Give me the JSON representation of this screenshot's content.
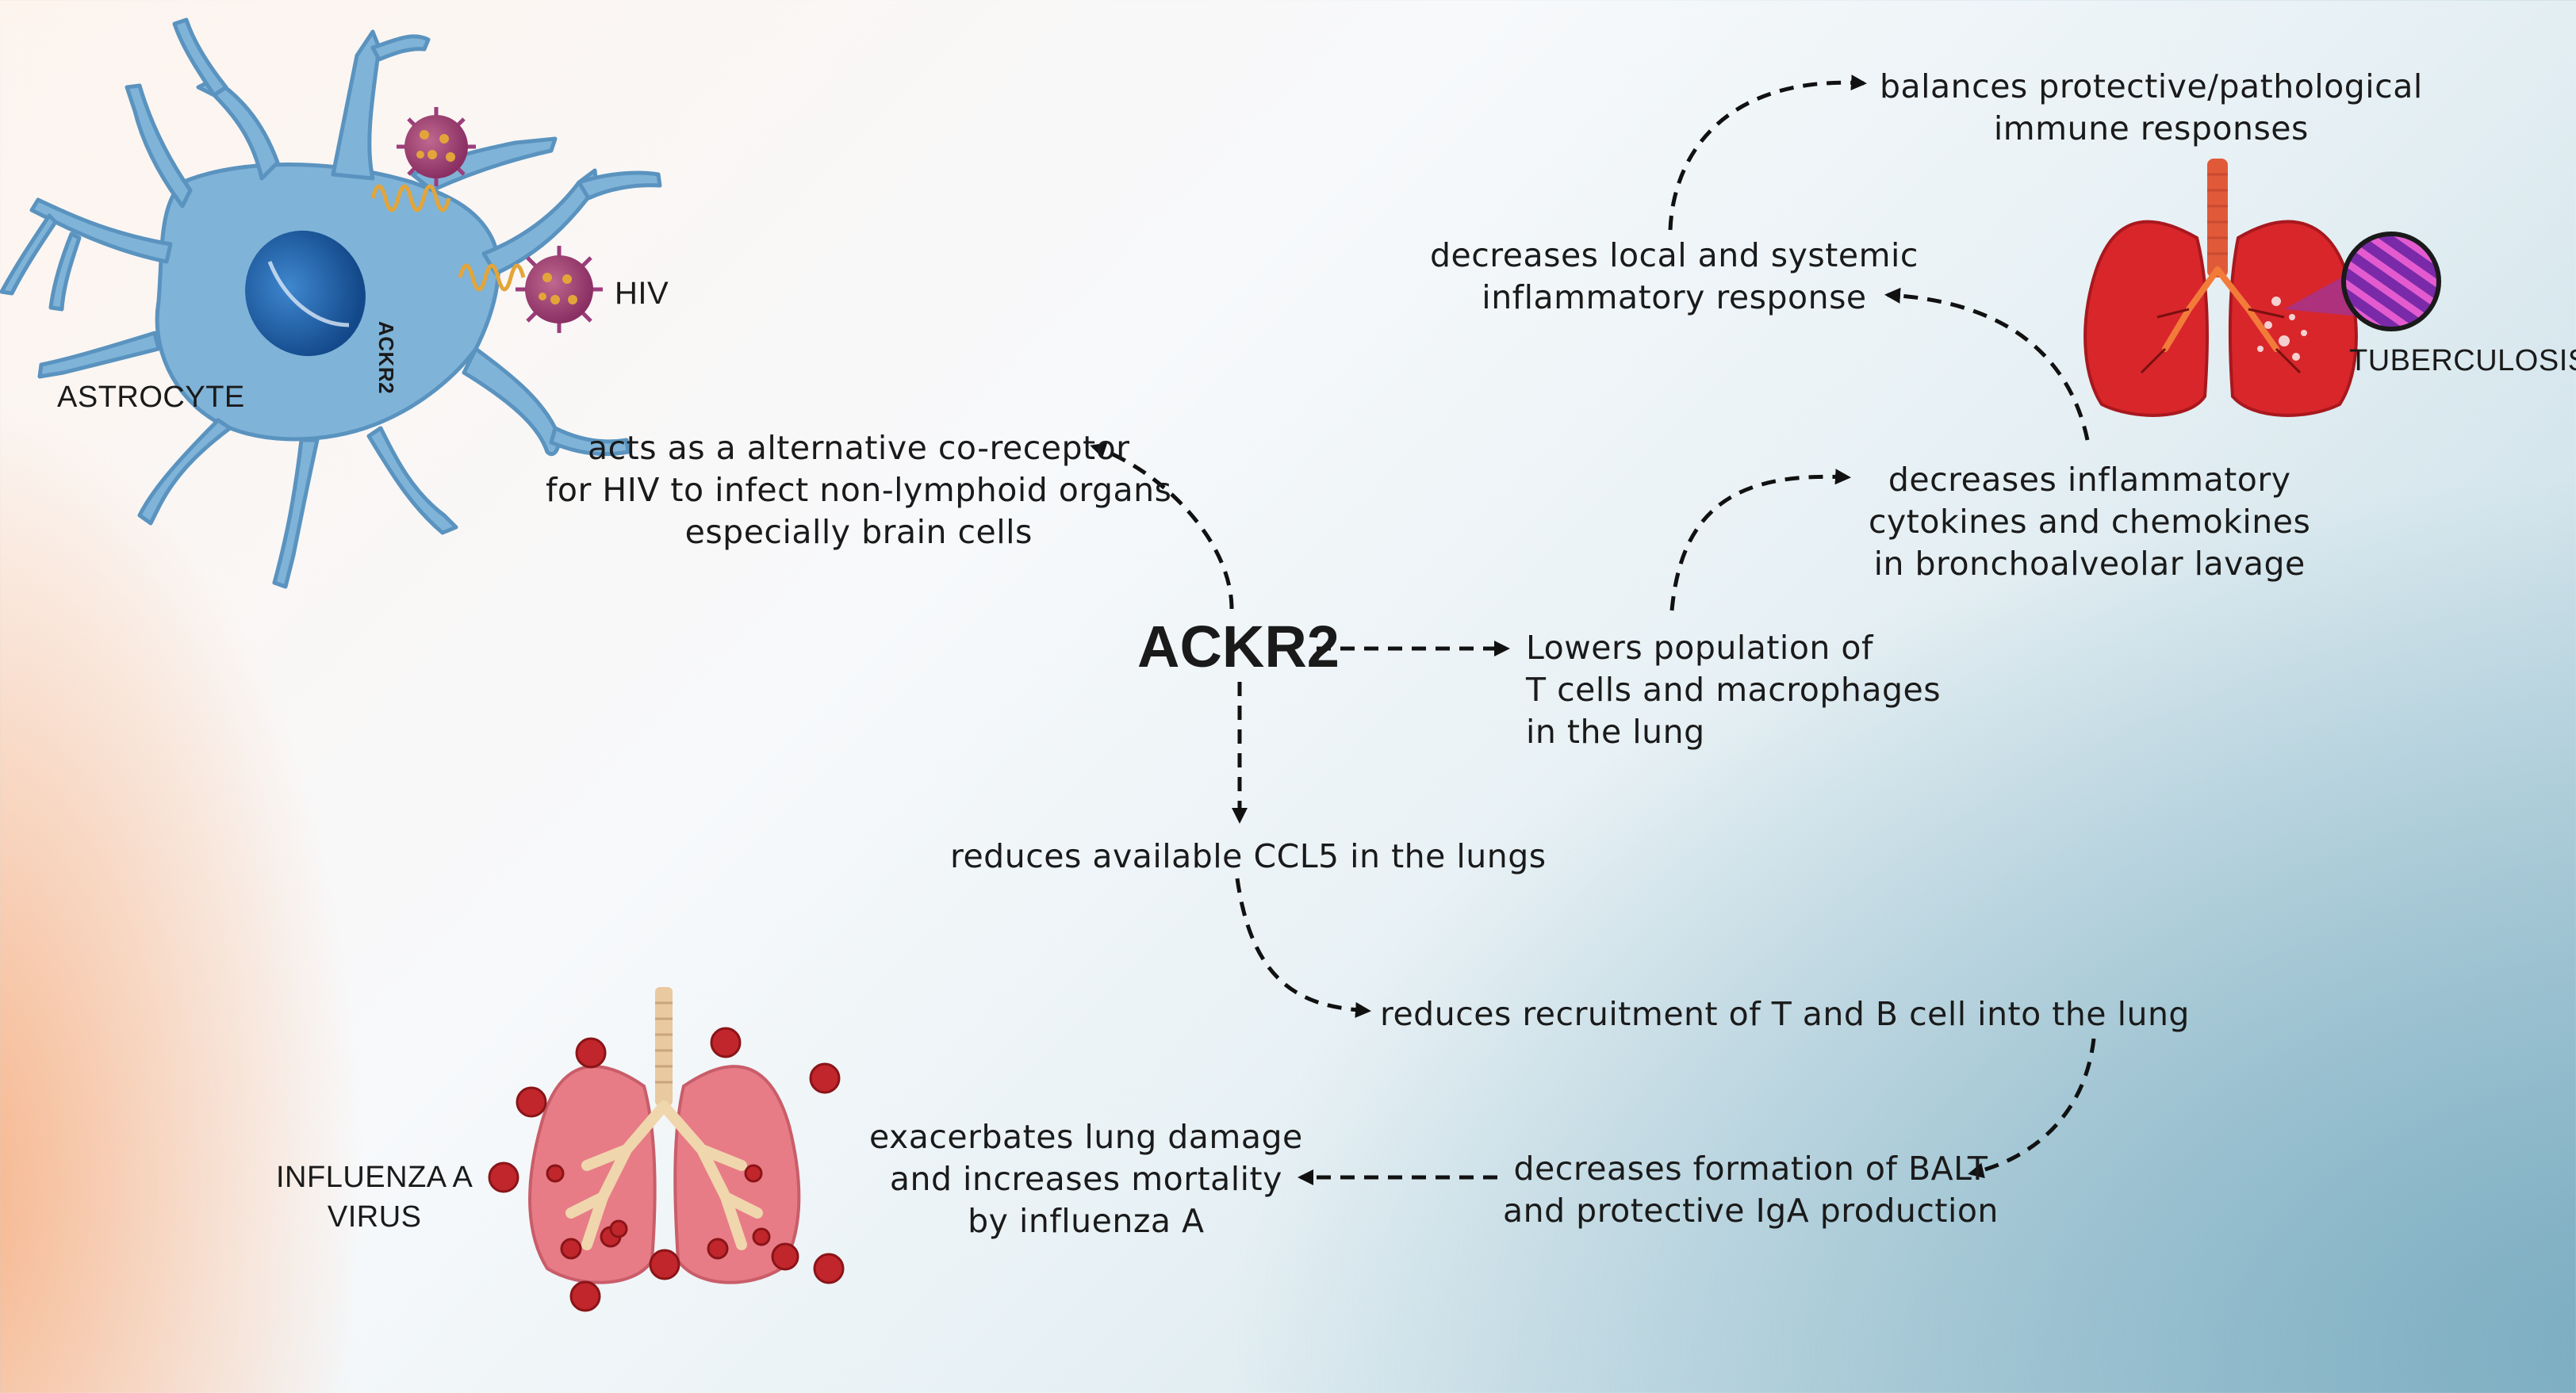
{
  "center_label": "ACKR2",
  "labels": {
    "astrocyte": "ASTROCYTE",
    "hiv": "HIV",
    "ackr2_membrane": "ACKR2",
    "tuberculosis": "TUBERCULOSIS",
    "influenza": [
      "INFLUENZA A",
      "VIRUS"
    ]
  },
  "nodes": {
    "hiv_coreceptor": [
      "acts as a alternative co-receptor",
      "for HIV to infect non-lymphoid organs",
      "especially brain cells"
    ],
    "lowers_population": [
      "Lowers population of",
      "T cells and macrophages",
      "in the lung"
    ],
    "decreases_cytokines": [
      "decreases inflammatory",
      "cytokines and chemokines",
      "in bronchoalveolar lavage"
    ],
    "decreases_inflammatory": [
      "decreases local and systemic",
      "inflammatory response"
    ],
    "balances": [
      "balances protective/pathological",
      "immune responses"
    ],
    "reduces_ccl5": [
      "reduces available CCL5 in the lungs"
    ],
    "reduces_recruitment": [
      "reduces recruitment of T and B cell into the lung"
    ],
    "decreases_balt": [
      "decreases formation of BALT",
      "and protective IgA production"
    ],
    "exacerbates": [
      "exacerbates lung damage",
      "and increases mortality",
      "by influenza A"
    ]
  },
  "colors": {
    "astrocyte": "#7fb3d8",
    "nucleus": "#1d5fa6",
    "virus": "#9c3d7c",
    "tb_lung": "#d8262b",
    "flu_lung": "#e77c86",
    "receptor": "#e3a53a",
    "arrow": "#111111"
  }
}
